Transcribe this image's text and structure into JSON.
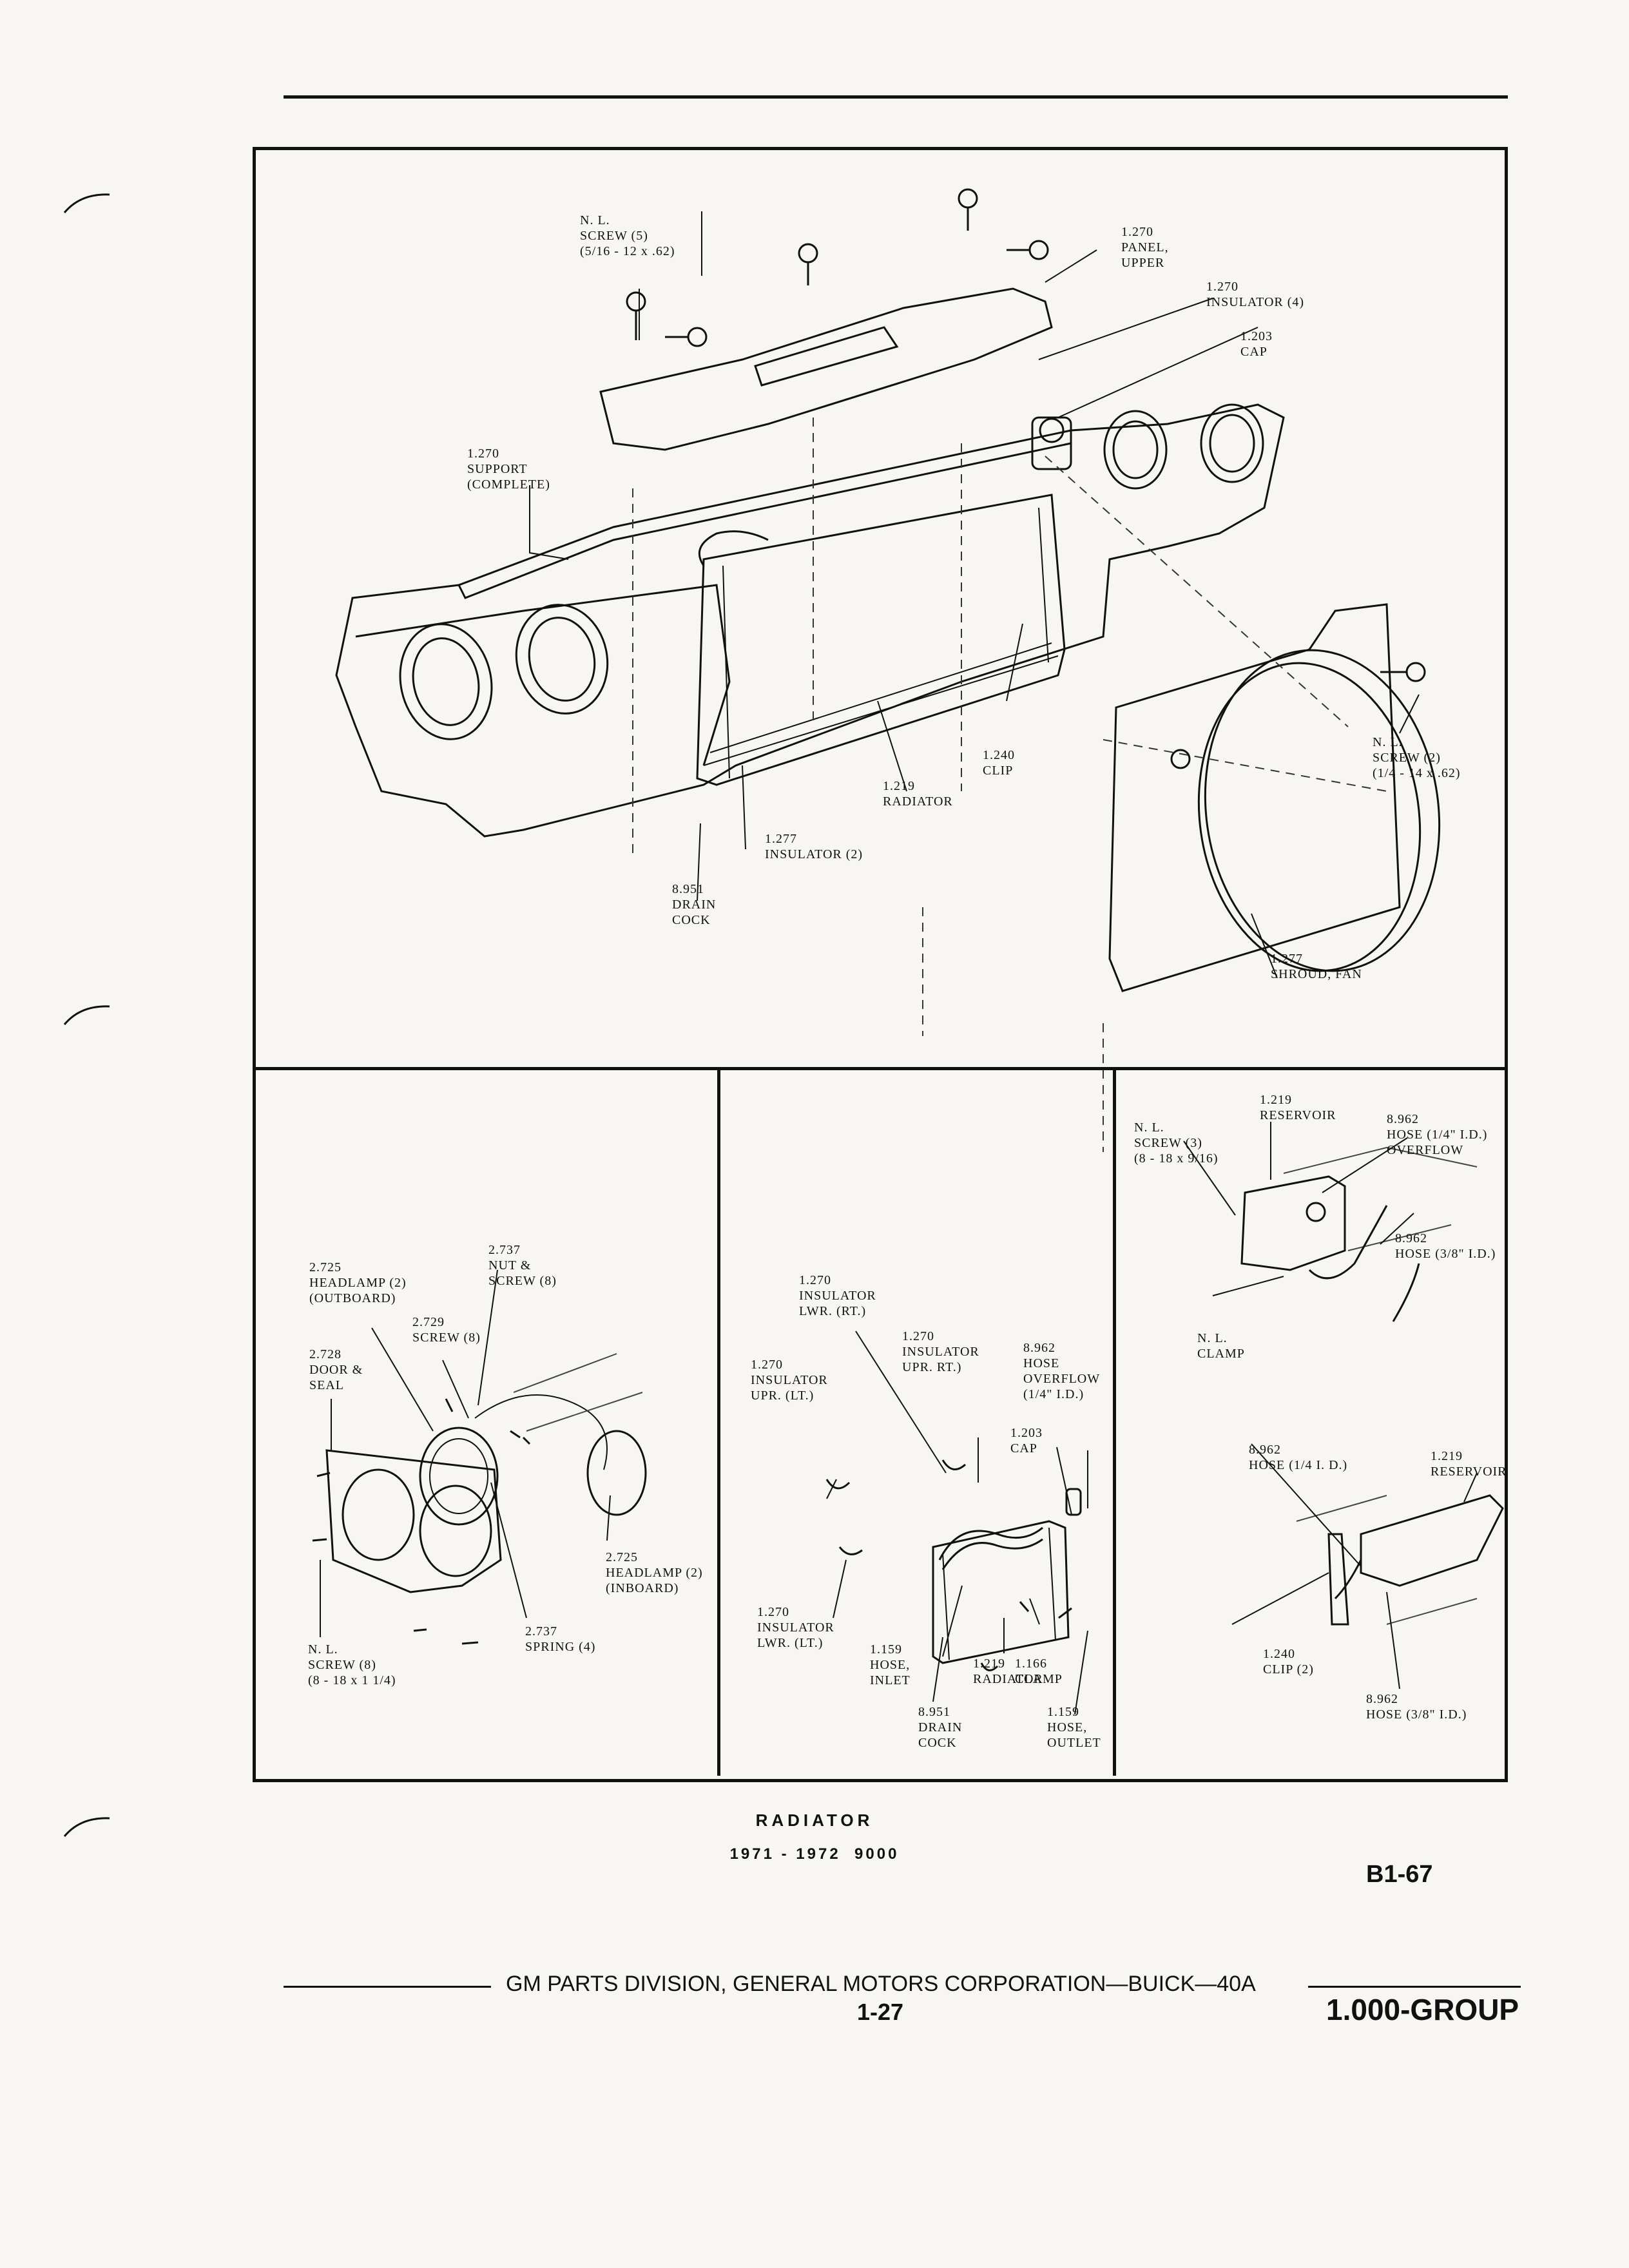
{
  "main_labels": {
    "screw_top": "N. L.\nSCREW (5)\n(5/16 - 12 x .62)",
    "panel_upper": "1.270\nPANEL,\nUPPER",
    "insulator_4": "1.270\nINSULATOR (4)",
    "cap": "1.203\nCAP",
    "support": "1.270\nSUPPORT\n(COMPLETE)",
    "screw_right": "N. L.\nSCREW (2)\n(1/4 - 14 x .62)",
    "clip": "1.240\nCLIP",
    "radiator": "1.219\nRADIATOR",
    "insulator_2": "1.277\nINSULATOR (2)",
    "drain_cock": "8.951\nDRAIN\nCOCK",
    "shroud": "1.277\nSHROUD, FAN"
  },
  "headlamp_labels": {
    "headlamp_outboard": "2.725\nHEADLAMP (2)\n(OUTBOARD)",
    "nut_screw": "2.737\nNUT &\nSCREW (8)",
    "screw_2729": "2.729\nSCREW (8)",
    "door_seal": "2.728\nDOOR &\nSEAL",
    "headlamp_inboard": "2.725\nHEADLAMP (2)\n(INBOARD)",
    "screw_nl": "N. L.\nSCREW (8)\n(8 - 18 x 1 1/4)",
    "spring": "2.737\nSPRING (4)"
  },
  "radiator_labels": {
    "ins_lwr_rt": "1.270\nINSULATOR\nLWR. (RT.)",
    "ins_upr_rt": "1.270\nINSULATOR\nUPR. RT.)",
    "ins_upr_lt": "1.270\nINSULATOR\nUPR. (LT.)",
    "hose_overflow": "8.962\nHOSE\nOVERFLOW\n(1/4\" I.D.)",
    "cap": "1.203\nCAP",
    "ins_lwr_lt": "1.270\nINSULATOR\nLWR. (LT.)",
    "hose_inlet": "1.159\nHOSE,\nINLET",
    "clamp": "1.166\nCLAMP",
    "radiator": "1.219\nRADIATOR",
    "drain_cock": "8.951\nDRAIN\nCOCK",
    "hose_outlet": "1.159\nHOSE,\nOUTLET"
  },
  "reservoir_labels": {
    "reservoir_top": "1.219\nRESERVOIR",
    "screw_nl": "N. L.\nSCREW (3)\n(8 - 18 x 9/16)",
    "hose_overflow": "8.962\nHOSE (1/4\" I.D.)\nOVERFLOW",
    "hose_38_top": "8.962\nHOSE (3/8\" I.D.)",
    "clamp": "N. L.\nCLAMP",
    "hose_14": "8.962\nHOSE (1/4 I. D.)",
    "reservoir_bottom": "1.219\nRESERVOIR",
    "clip": "1.240\nCLIP (2)",
    "hose_38_bottom": "8.962\nHOSE (3/8\" I.D.)"
  },
  "caption": {
    "title": "RADIATOR",
    "subtitle": "1971 - 1972  9000",
    "code": "B1-67"
  },
  "footer": {
    "corp": "GM PARTS DIVISION, GENERAL MOTORS CORPORATION—BUICK—40A",
    "page": "1-27",
    "group": "1.000-GROUP"
  }
}
